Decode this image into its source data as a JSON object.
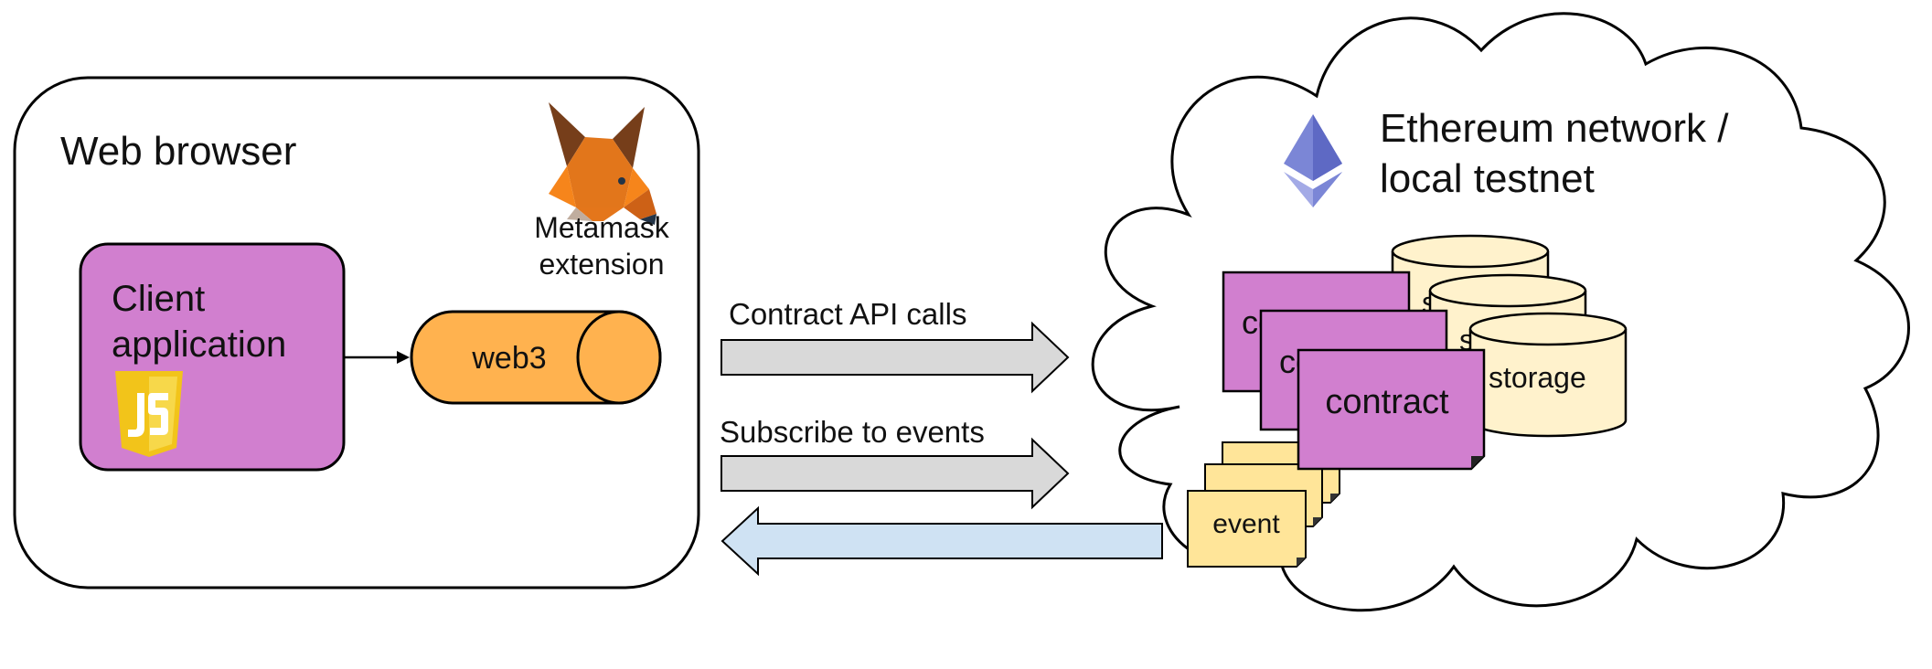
{
  "browser": {
    "title": "Web browser",
    "metamask_label_line1": "Metamask",
    "metamask_label_line2": "extension",
    "client_label_line1": "Client",
    "client_label_line2": "application",
    "web3_label": "web3"
  },
  "arrows": {
    "api_calls_label": "Contract API calls",
    "subscribe_label": "Subscribe to events"
  },
  "network": {
    "title_line1": "Ethereum network /",
    "title_line2": "local testnet",
    "contract_front_label": "contract",
    "contract_mid_label": "co",
    "contract_back_label": "co",
    "storage_front_label": "storage",
    "storage_mid_label": "s",
    "storage_back_label": "s",
    "event_front_label": "event"
  },
  "colors": {
    "contract_fill": "#d17fcf",
    "web3_fill": "#ffb24f",
    "storage_fill": "#fff2cc",
    "event_fill": "#ffe599",
    "request_arrow_fill": "#d9d9d9",
    "event_arrow_fill": "#cfe2f3",
    "ethereum_logo": "#7b86d6",
    "js_logo": "#f2c41a"
  },
  "icons": {
    "metamask": "metamask-fox-icon",
    "javascript": "javascript-shield-icon",
    "ethereum": "ethereum-diamond-icon"
  }
}
